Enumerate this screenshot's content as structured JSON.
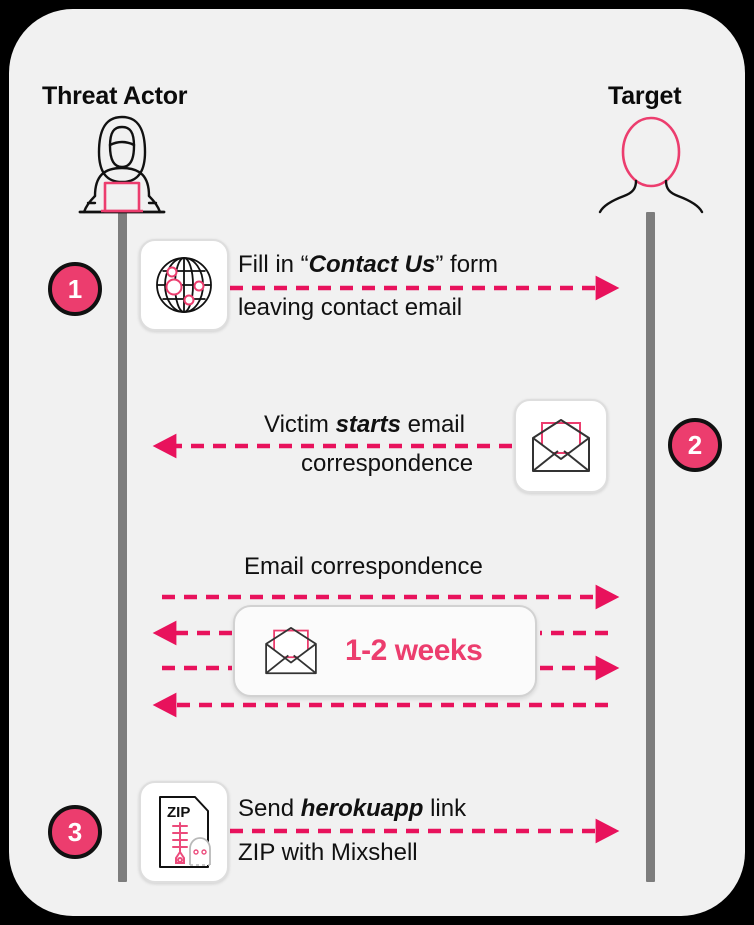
{
  "diagram": {
    "title_hidden": "",
    "background_color": "#000000",
    "card_color": "#f1f1f1",
    "accent_color": "#ec3d6e",
    "lifeline_color": "#7d7d7d",
    "actors": [
      {
        "id": "threat-actor",
        "label": "Threat Actor",
        "icon": "hooded-hacker-laptop-icon"
      },
      {
        "id": "target",
        "label": "Target",
        "icon": "person-silhouette-icon"
      }
    ],
    "steps": [
      {
        "number": "1",
        "icon": "globe-network-icon",
        "line1_prefix": "Fill in “",
        "line1_emphasis": "Contact Us",
        "line1_suffix": "” form",
        "line2": "leaving contact email",
        "direction": "right"
      },
      {
        "number": "2",
        "icon": "open-envelope-icon",
        "line1_prefix": "Victim ",
        "line1_emphasis": "starts",
        "line1_suffix": " email",
        "line2": "correspondence",
        "direction": "left"
      },
      {
        "number": "3",
        "icon": "zip-file-malware-icon",
        "line1_prefix": "Send ",
        "line1_emphasis": "herokuapp",
        "line1_suffix": " link",
        "line2": "ZIP with Mixshell",
        "direction": "right"
      }
    ],
    "middle_block": {
      "caption": "Email correspondence",
      "duration_label": "1-2 weeks",
      "duration_icon": "open-envelope-icon",
      "arrow_directions": [
        "right",
        "left",
        "right",
        "left"
      ]
    }
  }
}
